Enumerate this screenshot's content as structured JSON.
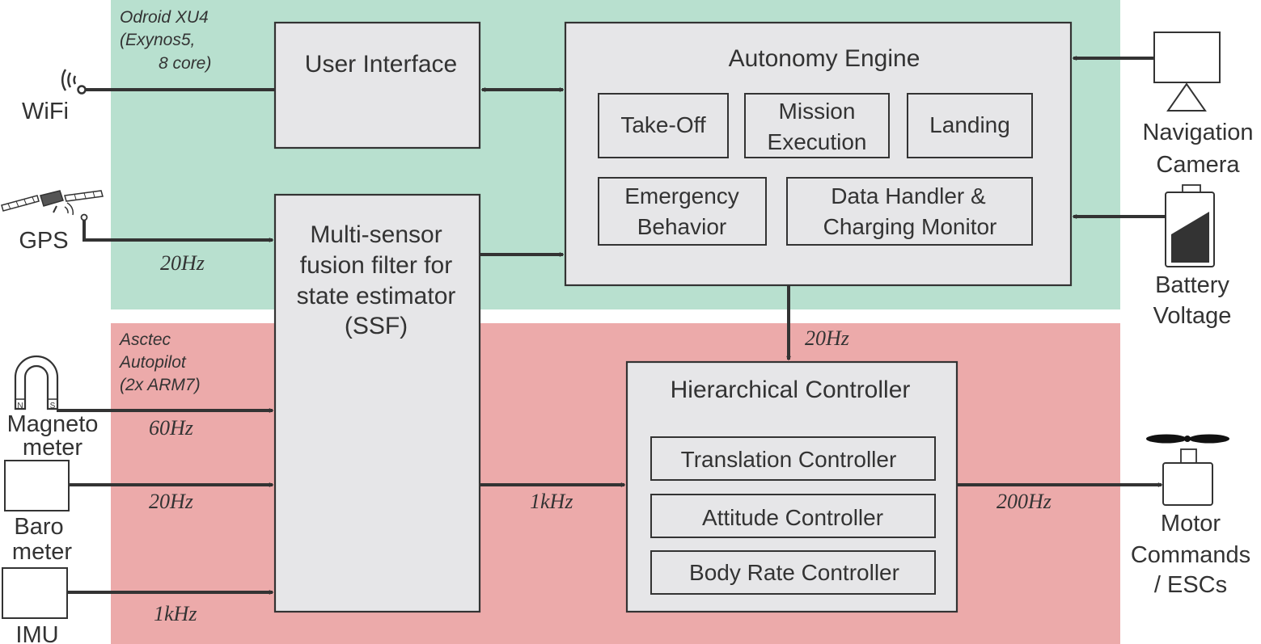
{
  "colors": {
    "top_region": "#b8e0cf",
    "bottom_region": "#ecaaaa",
    "box_fill": "#e6e6e8",
    "ink": "#333333"
  },
  "regions": {
    "odroid": {
      "line1": "Odroid XU4",
      "line2": "(Exynos5,",
      "line3": "8 core)"
    },
    "asctec": {
      "line1": "Asctec",
      "line2": "Autopilot",
      "line3": "(2x ARM7)"
    }
  },
  "blocks": {
    "user_interface": "User Interface",
    "fusion": {
      "line1": "Multi-sensor",
      "line2": "fusion filter for",
      "line3": "state estimator",
      "line4": "(SSF)"
    },
    "autonomy": {
      "title": "Autonomy Engine",
      "takeoff": "Take-Off",
      "mission": {
        "line1": "Mission",
        "line2": "Execution"
      },
      "landing": "Landing",
      "emergency": {
        "line1": "Emergency",
        "line2": "Behavior"
      },
      "data_handler": {
        "line1": "Data Handler &",
        "line2": "Charging Monitor"
      }
    },
    "controller": {
      "title": "Hierarchical Controller",
      "translation": "Translation Controller",
      "attitude": "Attitude Controller",
      "body_rate": "Body Rate Controller"
    }
  },
  "sensors": {
    "wifi": "WiFi",
    "gps": "GPS",
    "magnetometer": {
      "line1": "Magneto",
      "line2": "meter",
      "north": "N",
      "south": "S"
    },
    "barometer": {
      "line1": "Baro",
      "line2": "meter"
    },
    "imu": "IMU",
    "camera": {
      "line1": "Navigation",
      "line2": "Camera"
    },
    "battery": {
      "line1": "Battery",
      "line2": "Voltage"
    },
    "motor": {
      "line1": "Motor",
      "line2": "Commands",
      "line3": "/ ESCs"
    }
  },
  "frequencies": {
    "gps": "20Hz",
    "magnetometer": "60Hz",
    "barometer": "20Hz",
    "imu": "1kHz",
    "fusion_to_controller": "1kHz",
    "autonomy_to_controller": "20Hz",
    "controller_to_motor": "200Hz"
  },
  "icons": {
    "wifi": "wifi-antenna-icon",
    "gps": "satellite-icon",
    "magnetometer": "horseshoe-magnet-icon",
    "camera": "camera-icon",
    "battery": "battery-icon",
    "motor": "propeller-icon"
  }
}
